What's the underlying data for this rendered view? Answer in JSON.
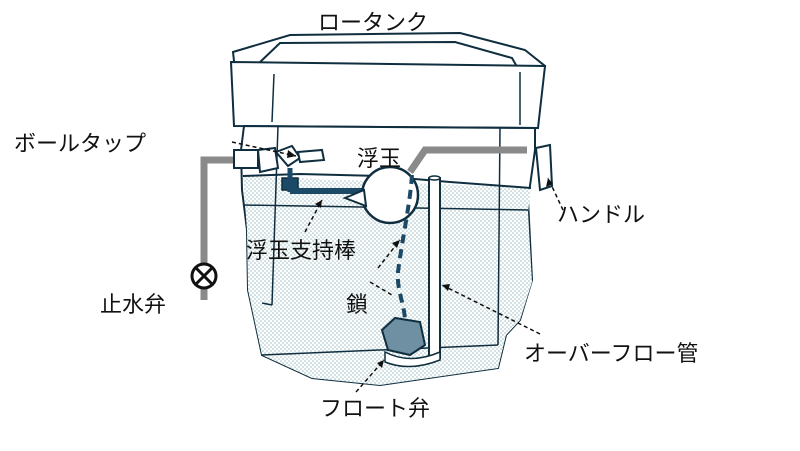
{
  "diagram": {
    "labels": {
      "tank": "ロータンク",
      "ball_tap": "ボールタップ",
      "float_ball": "浮玉",
      "handle": "ハンドル",
      "float_arm": "浮玉支持棒",
      "chain": "鎖",
      "stop_valve": "止水弁",
      "overflow_pipe": "オーバーフロー管",
      "flapper_valve": "フロート弁"
    },
    "colors": {
      "outline": "#0f2e3f",
      "pipe": "#8a8a8a",
      "water_dots": "#9fc0c5",
      "tank_fill": "#ffffff",
      "chain": "#1c4a66",
      "flapper": "#6f8fa3"
    },
    "icons": [
      "stop-valve-icon",
      "ball-tap-icon",
      "float-ball-icon",
      "handle-lever-icon",
      "flapper-valve-icon"
    ]
  }
}
